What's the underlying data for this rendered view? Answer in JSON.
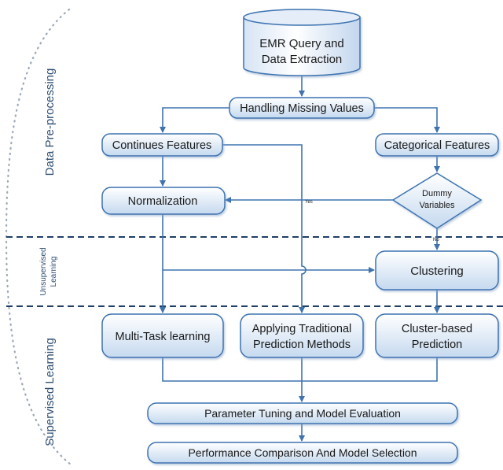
{
  "sections": {
    "preprocessing": "Data Pre-processing",
    "unsupervised_line1": "Unsupervised",
    "unsupervised_line2": "Learning",
    "supervised": "Supervised Learning"
  },
  "nodes": {
    "emr_line1": "EMR Query and",
    "emr_line2": "Data Extraction",
    "missing": "Handling Missing Values",
    "continues": "Continues Features",
    "categorical": "Categorical Features",
    "normalization": "Normalization",
    "dummy_line1": "Dummy",
    "dummy_line2": "Variables",
    "clustering": "Clustering",
    "multitask": "Multi-Task learning",
    "traditional_line1": "Applying Traditional",
    "traditional_line2": "Prediction Methods",
    "cluster_based_line1": "Cluster-based",
    "cluster_based_line2": "Prediction",
    "tuning": "Parameter Tuning and Model Evaluation",
    "comparison": "Performance Comparison And Model Selection"
  },
  "edge_labels": {
    "yes": "Yes",
    "no": "No"
  },
  "colors": {
    "box_top": "#ffffff",
    "box_bottom": "#c5d9ef",
    "border": "#3e73b0",
    "arrow": "#3e73b0",
    "divider": "#1f3f66",
    "side_text": "#2f4f72"
  }
}
